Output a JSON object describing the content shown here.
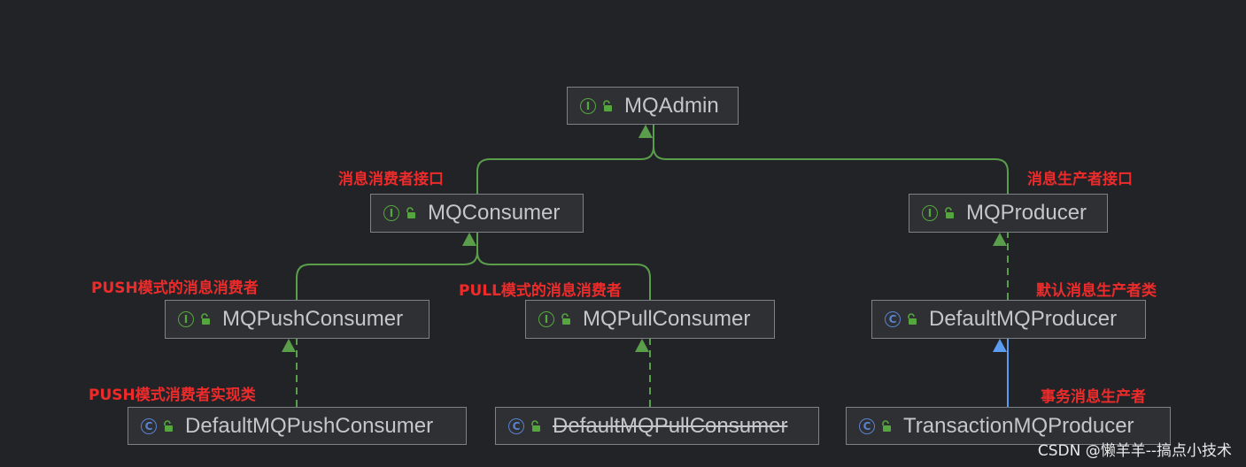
{
  "nodes": {
    "mqadmin": {
      "name": "MQAdmin",
      "kind": "interface"
    },
    "mqconsumer": {
      "name": "MQConsumer",
      "kind": "interface"
    },
    "mqproducer": {
      "name": "MQProducer",
      "kind": "interface"
    },
    "mqpushconsumer": {
      "name": "MQPushConsumer",
      "kind": "interface"
    },
    "mqpullconsumer": {
      "name": "MQPullConsumer",
      "kind": "interface"
    },
    "defaultmqproducer": {
      "name": "DefaultMQProducer",
      "kind": "class"
    },
    "defaultmqpushconsumer": {
      "name": "DefaultMQPushConsumer",
      "kind": "class"
    },
    "defaultmqpullconsumer": {
      "name": "DefaultMQPullConsumer",
      "kind": "class",
      "deprecated": true
    },
    "transactionmqproducer": {
      "name": "TransactionMQProducer",
      "kind": "class"
    }
  },
  "annotations": {
    "consumer_interface": "消息消费者接口",
    "producer_interface": "消息生产者接口",
    "push_consumer": "PUSH模式的消息消费者",
    "pull_consumer": "PULL模式的消息消费者",
    "default_producer": "默认消息生产者类",
    "push_impl": "PUSH模式消费者实现类",
    "transaction_producer": "事务消息生产者"
  },
  "edges": [
    {
      "from": "mqconsumer",
      "to": "mqadmin",
      "style": "extends"
    },
    {
      "from": "mqproducer",
      "to": "mqadmin",
      "style": "extends"
    },
    {
      "from": "mqpushconsumer",
      "to": "mqconsumer",
      "style": "extends"
    },
    {
      "from": "mqpullconsumer",
      "to": "mqconsumer",
      "style": "extends"
    },
    {
      "from": "defaultmqproducer",
      "to": "mqproducer",
      "style": "implements"
    },
    {
      "from": "defaultmqpushconsumer",
      "to": "mqpushconsumer",
      "style": "implements"
    },
    {
      "from": "defaultmqpullconsumer",
      "to": "mqpullconsumer",
      "style": "implements"
    },
    {
      "from": "transactionmqproducer",
      "to": "defaultmqproducer",
      "style": "class-extends"
    }
  ],
  "icons": {
    "interface": "interface-icon",
    "class": "class-icon",
    "visibility": "unlock-icon"
  },
  "colors": {
    "background": "#222327",
    "node_fill": "#2f3033",
    "node_border": "#7f8184",
    "node_text": "#c3c7cc",
    "interface_edge": "#5a9e4b",
    "class_edge": "#5b9cf0",
    "annotation": "#ee2b2b"
  },
  "watermark": "CSDN @懒羊羊--搞点小技术"
}
